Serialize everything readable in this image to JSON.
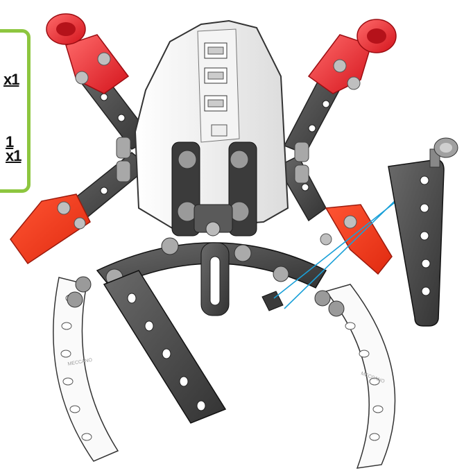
{
  "parts_list": {
    "quantities": [
      "x1",
      "1",
      "x1"
    ]
  },
  "strip_stamps": {
    "left": "MECCANO",
    "right": "MECCANO"
  },
  "colors": {
    "accent_border": "#8dc63f",
    "red_part": "#e8262c",
    "metal_dark": "#4a4a4a",
    "guide_line": "#1aa0d8"
  }
}
